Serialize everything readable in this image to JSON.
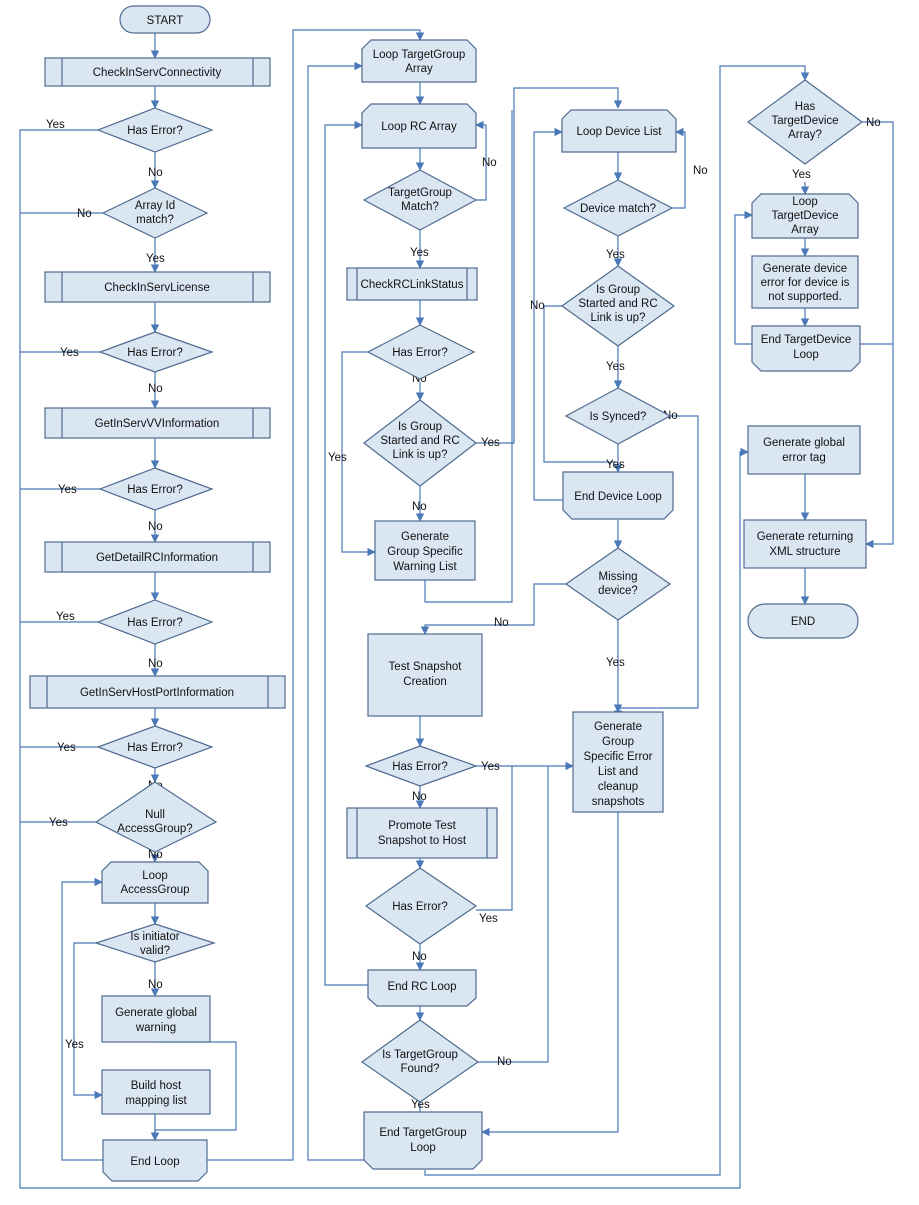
{
  "left_column": {
    "start": "START",
    "check_connectivity": "CheckInServConnectivity",
    "has_error_1": "Has Error?",
    "array_id_match": [
      "Array Id",
      "match?"
    ],
    "check_license": "CheckInServLicense",
    "has_error_2": "Has Error?",
    "get_vv_info": "GetInServVVInformation",
    "has_error_3": "Has Error?",
    "get_rc_info": "GetDetailRCInformation",
    "has_error_4": "Has Error?",
    "get_hostport_info": "GetInServHostPortInformation",
    "has_error_5": "Has Error?",
    "null_access_group": [
      "Null",
      "AccessGroup?"
    ],
    "loop_access_group": [
      "Loop",
      "AccessGroup"
    ],
    "is_initiator_valid": [
      "Is initiator",
      "valid?"
    ],
    "generate_global_warning": [
      "Generate global",
      "warning"
    ],
    "build_host_mapping": [
      "Build host",
      "mapping list"
    ],
    "end_loop": "End Loop"
  },
  "middle_column": {
    "loop_target_group": [
      "Loop TargetGroup",
      "Array"
    ],
    "loop_rc_array": "Loop RC Array",
    "target_group_match": [
      "TargetGroup",
      "Match?"
    ],
    "check_rc_link_status": "CheckRCLinkStatus",
    "has_error_a": "Has Error?",
    "is_group_started_a": [
      "Is Group",
      "Started and RC",
      "Link is up?"
    ],
    "generate_group_warning": [
      "Generate",
      "Group Specific",
      "Warning List"
    ],
    "test_snapshot": [
      "Test Snapshot",
      "Creation"
    ],
    "has_error_b": "Has Error?",
    "promote_snapshot": [
      "Promote Test",
      "Snapshot to Host"
    ],
    "has_error_c": "Has Error?",
    "end_rc_loop": "End RC Loop",
    "is_target_group_found": [
      "Is TargetGroup",
      "Found?"
    ],
    "end_target_group_loop": [
      "End TargetGroup",
      "Loop"
    ]
  },
  "device_column": {
    "loop_device_list": "Loop Device List",
    "device_match": "Device match?",
    "is_group_started_b": [
      "Is Group",
      "Started and RC",
      "Link is up?"
    ],
    "is_synced": "Is Synced?",
    "end_device_loop": "End Device Loop",
    "missing_device": [
      "Missing",
      "device?"
    ],
    "generate_group_error": [
      "Generate",
      "Group",
      "Specific Error",
      "List and",
      "cleanup",
      "snapshots"
    ]
  },
  "right_column": {
    "has_target_device_array": [
      "Has",
      "TargetDevice",
      "Array?"
    ],
    "loop_target_device": [
      "Loop",
      "TargetDevice",
      "Array"
    ],
    "generate_device_error": [
      "Generate device",
      "error for device is",
      "not supported."
    ],
    "end_target_device_loop": [
      "End TargetDevice",
      "Loop"
    ],
    "generate_global_error_tag": [
      "Generate global",
      "error tag"
    ],
    "generate_returning_xml": [
      "Generate returning",
      "XML structure"
    ],
    "end": "END"
  },
  "edge_labels": {
    "yes": "Yes",
    "no": "No"
  }
}
